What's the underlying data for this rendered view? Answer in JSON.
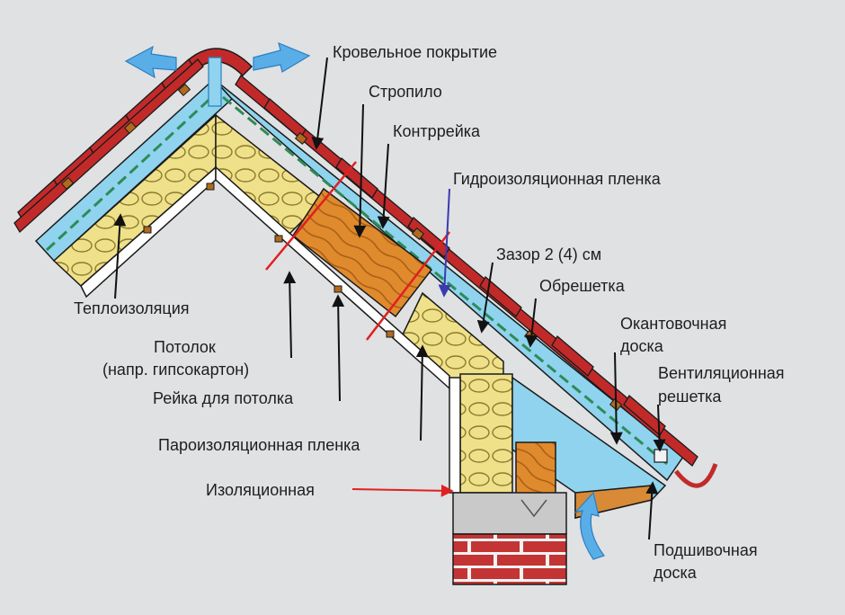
{
  "labels": {
    "roof_covering": "Кровельное покрытие",
    "rafter": "Стропило",
    "counter_batten": "Контррейка",
    "waterproof_membrane": "Гидроизоляционная пленка",
    "gap": "Зазор 2 (4) см",
    "batten": "Обрешетка",
    "edging_board_l1": "Окантовочная",
    "edging_board_l2": "доска",
    "vent_grille_l1": "Вентиляционная",
    "vent_grille_l2": "решетка",
    "thermal_insulation": "Теплоизоляция",
    "ceiling_l1": "Потолок",
    "ceiling_l2": "(напр. гипсокартон)",
    "ceiling_batten": "Рейка для потолка",
    "vapor_barrier": "Пароизоляционная пленка",
    "insulating": "Изоляционная",
    "soffit_board_l1": "Подшивочная",
    "soffit_board_l2": "доска"
  },
  "colors": {
    "background": "#dfe1e3",
    "tile": "#c22a2a",
    "air_gap": "#8fd3ee",
    "insulation": "#efe08a",
    "rafter_wood": "#e08a2e",
    "batten_wood": "#b06a1e",
    "ceiling": "#ffffff",
    "brick": "#c43434",
    "concrete": "#c9c9c9",
    "membrane_line": "#2e8b57",
    "airflow": "#5aaee8",
    "red_pointer": "#e02020",
    "blue_pointer": "#3b3bb0"
  }
}
